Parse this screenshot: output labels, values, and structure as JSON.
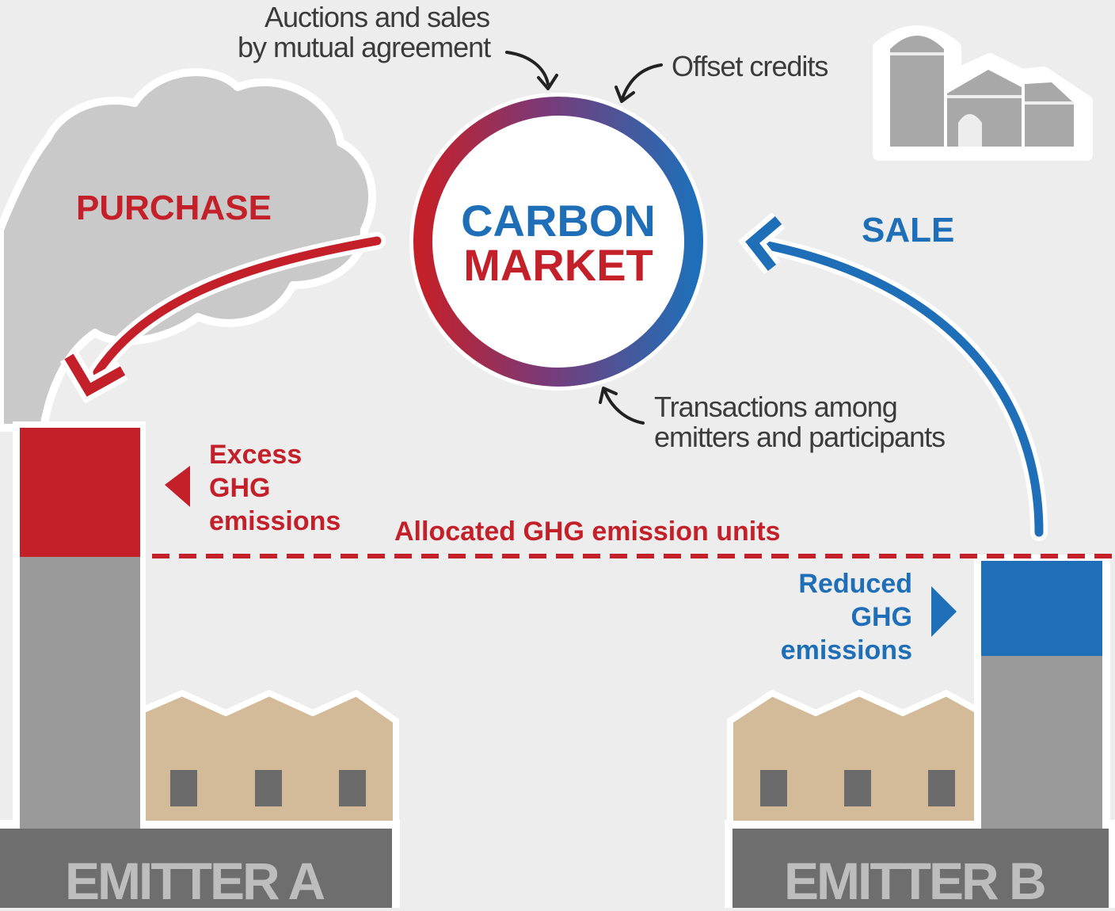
{
  "notes": {
    "auctions_line1": "Auctions and sales",
    "auctions_line2": "by mutual agreement",
    "offset_credits": "Offset credits",
    "transactions_line1": "Transactions among",
    "transactions_line2": "emitters and participants"
  },
  "market": {
    "line1": "CARBON",
    "line2": "MARKET"
  },
  "flows": {
    "purchase": "PURCHASE",
    "sale": "SALE"
  },
  "excess": {
    "line1": "Excess",
    "line2": "GHG",
    "line3": "emissions"
  },
  "allocated_label": "Allocated GHG emission units",
  "reduced": {
    "line1": "Reduced",
    "line2": "GHG",
    "line3": "emissions"
  },
  "emitters": {
    "a": "EMITTER A",
    "b": "EMITTER B"
  },
  "colors": {
    "red": "#c4202a",
    "blue": "#1f6fb8",
    "smoke": "#c9c9c9",
    "chimney": "#9a9a9a",
    "factory": "#d3bb9a",
    "base": "#6e6e6e",
    "farm": "#a8a8a8"
  },
  "icons": [
    "cloud-icon",
    "farm-icon",
    "factory-icon",
    "arrow-icon"
  ]
}
